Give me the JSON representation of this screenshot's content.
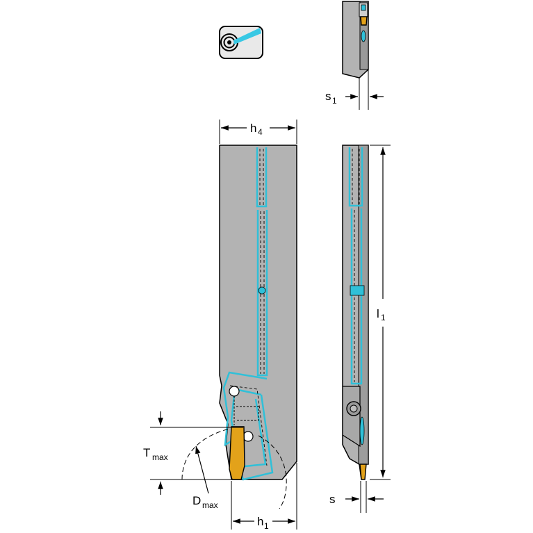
{
  "dimensions": {
    "h4": {
      "main": "h",
      "sub": "4"
    },
    "s1": {
      "main": "s",
      "sub": "1"
    },
    "l1": {
      "main": "l",
      "sub": "1"
    },
    "s": {
      "main": "s",
      "sub": ""
    },
    "h1": {
      "main": "h",
      "sub": "1"
    },
    "tmax": {
      "main": "T",
      "sub": "max"
    },
    "dmax": {
      "main": "D",
      "sub": "max"
    }
  },
  "icons": {
    "coolant": "internal-coolant-icon"
  },
  "colors": {
    "body": "#b3b3b3",
    "coolant": "#30c0d8",
    "insert": "#e3a21a"
  }
}
